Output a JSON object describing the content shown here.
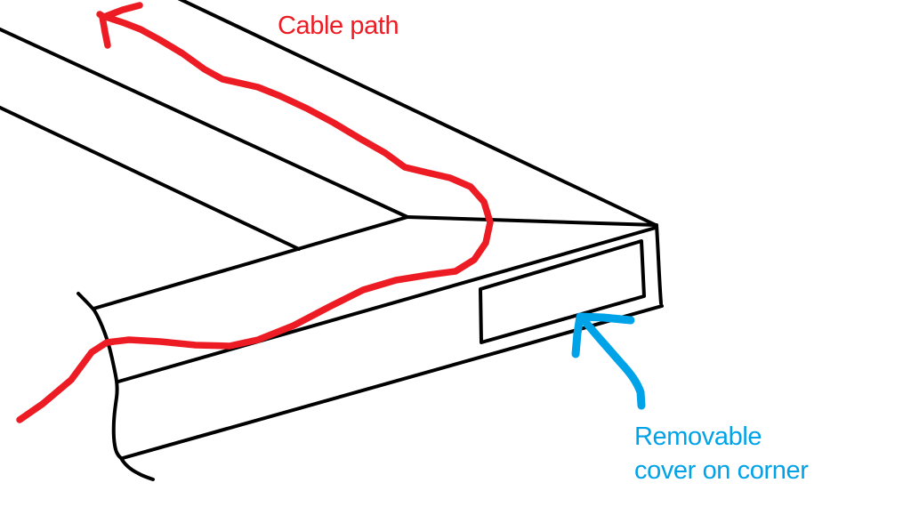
{
  "annotations": {
    "cable_path": {
      "text": "Cable path",
      "color": "#ED1C24"
    },
    "removable_cover": {
      "line1": "Removable",
      "line2": "cover on corner",
      "color": "#00A2E8"
    }
  },
  "colors": {
    "ink": "#000000",
    "cable": "#ED1C24",
    "callout": "#00A2E8",
    "background": "#FFFFFF"
  }
}
